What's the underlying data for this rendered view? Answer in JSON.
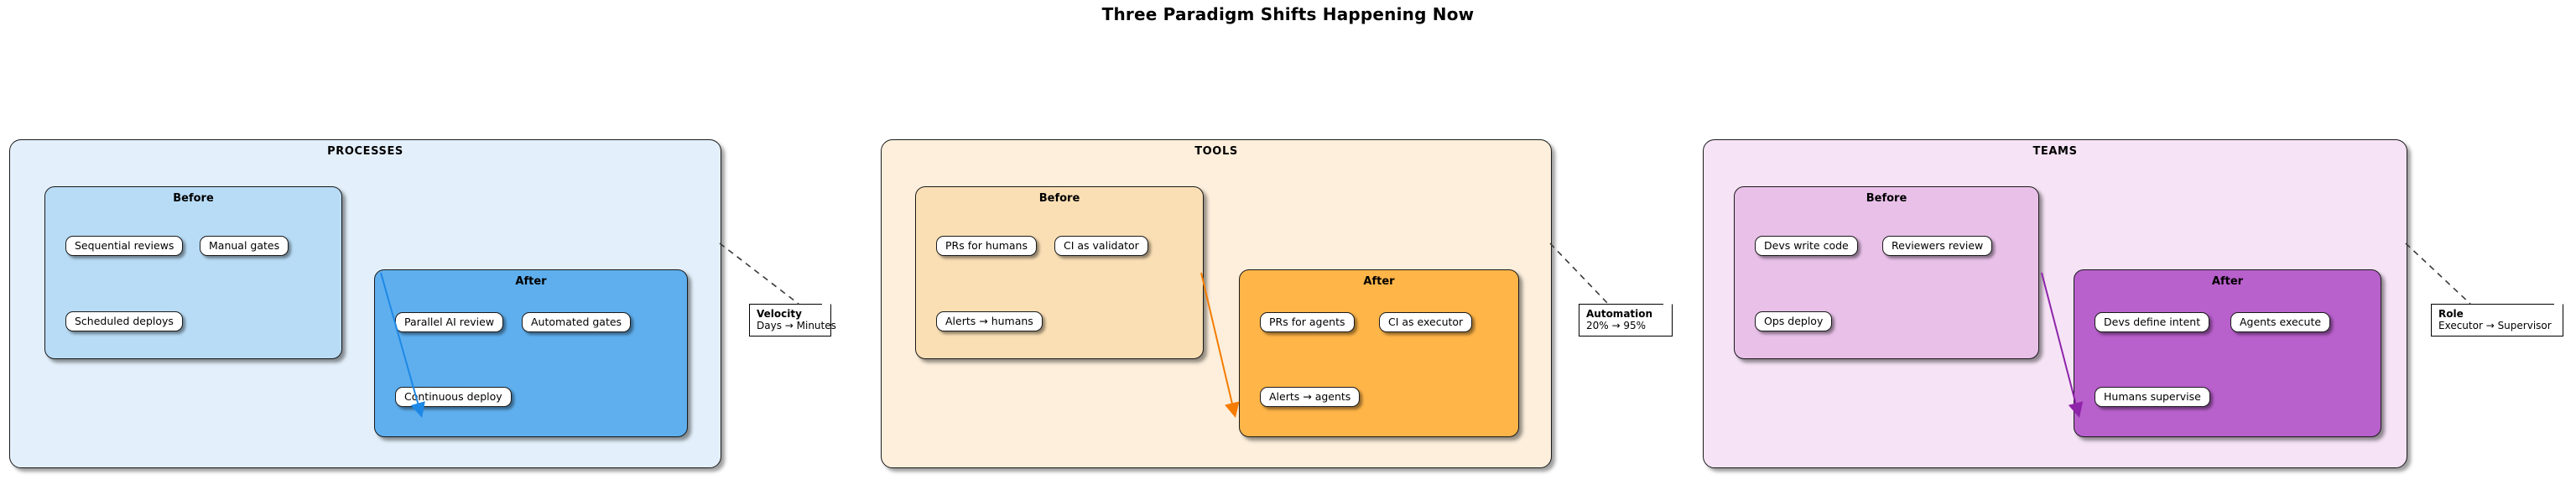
{
  "title": "Three Paradigm Shifts Happening Now",
  "phase_labels": {
    "before": "Before",
    "after": "After"
  },
  "colors": {
    "processes_outer": "#E3F0FB",
    "processes_before": "#B8DCF6",
    "processes_after": "#5FAFEE",
    "processes_arrow": "#1E88E5",
    "tools_outer": "#FDEFDC",
    "tools_before": "#FADFB5",
    "tools_after": "#FFB548",
    "tools_arrow": "#F57C00",
    "teams_outer": "#F6E4F6",
    "teams_before": "#E8C0E8",
    "teams_after": "#B860CC",
    "teams_arrow": "#8E24AA",
    "note_bg": "#FFFFFF",
    "outline": "#1A1A1A"
  },
  "groups": [
    {
      "id": "processes",
      "title": "PROCESSES",
      "before_items": [
        "Sequential reviews",
        "Manual gates",
        "Scheduled deploys"
      ],
      "after_items": [
        "Parallel AI review",
        "Automated gates",
        "Continuous deploy"
      ]
    },
    {
      "id": "tools",
      "title": "TOOLS",
      "before_items": [
        "PRs for humans",
        "CI as validator",
        "Alerts → humans"
      ],
      "after_items": [
        "PRs for agents",
        "CI as executor",
        "Alerts → agents"
      ]
    },
    {
      "id": "teams",
      "title": "TEAMS",
      "before_items": [
        "Devs write code",
        "Reviewers review",
        "Ops deploy"
      ],
      "after_items": [
        "Devs define intent",
        "Agents execute",
        "Humans supervise"
      ]
    }
  ],
  "notes": [
    {
      "id": "velocity",
      "title": "Velocity",
      "body": "Days → Minutes"
    },
    {
      "id": "automation",
      "title": "Automation",
      "body": "20% → 95%"
    },
    {
      "id": "role",
      "title": "Role",
      "body": "Executor → Supervisor"
    }
  ]
}
